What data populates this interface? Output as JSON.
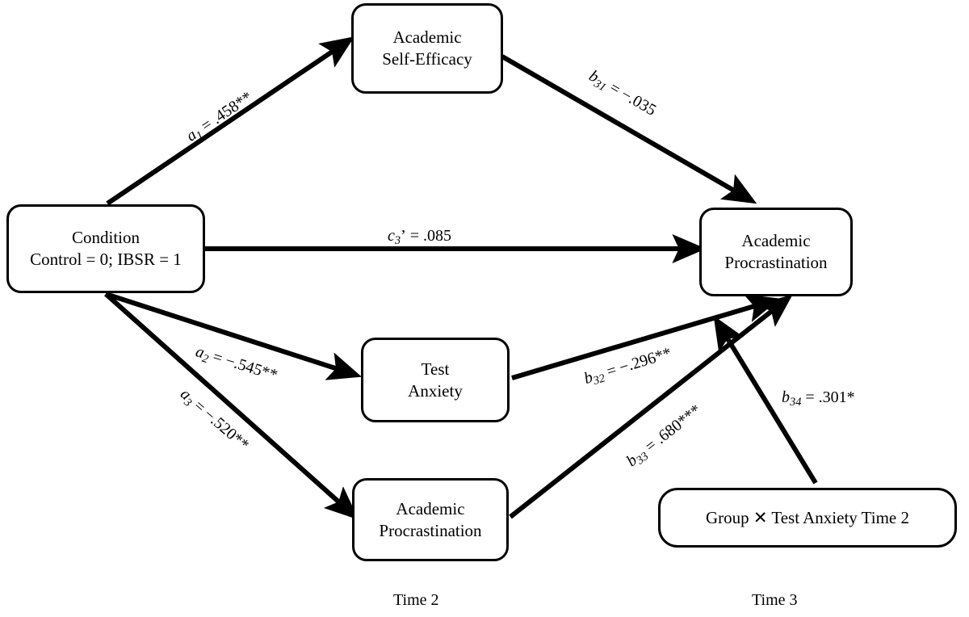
{
  "figure": {
    "type": "path-diagram",
    "description": "Serial mediation path diagram with standardized coefficients"
  },
  "nodes": {
    "condition": {
      "label": "Condition\nControl = 0; IBSR = 1"
    },
    "self_efficacy": {
      "label": "Academic\nSelf-Efficacy"
    },
    "test_anxiety": {
      "label": "Test\nAnxiety"
    },
    "procrastination_t2": {
      "label": "Academic\nProcrastination"
    },
    "outcome": {
      "label": "Academic\nProcrastination"
    },
    "interaction": {
      "label": "Group ✕ Test Anxiety Time 2"
    }
  },
  "paths": {
    "a1": {
      "name": "a",
      "sub": "1",
      "value": "= .458",
      "stars": "**"
    },
    "a2": {
      "name": "a",
      "sub": "2",
      "value": "= −.545",
      "stars": "**"
    },
    "a3": {
      "name": "a",
      "sub": "3",
      "value": "= −.520",
      "stars": "**"
    },
    "c3": {
      "name": "c",
      "sub": "3",
      "prime": "’",
      "value": "= .085",
      "stars": ""
    },
    "b31": {
      "name": "b",
      "sub": "31",
      "value": "= −.035",
      "stars": ""
    },
    "b32": {
      "name": "b",
      "sub": "32",
      "value": "= −.296",
      "stars": "**"
    },
    "b33": {
      "name": "b",
      "sub": "33",
      "value": "= .680",
      "stars": "***"
    },
    "b34": {
      "name": "b",
      "sub": "34",
      "value": "= .301",
      "stars": "*"
    }
  },
  "timeline": {
    "time2": "Time 2",
    "time3": "Time 3"
  },
  "colors": {
    "stroke": "#000000",
    "background": "#ffffff"
  }
}
